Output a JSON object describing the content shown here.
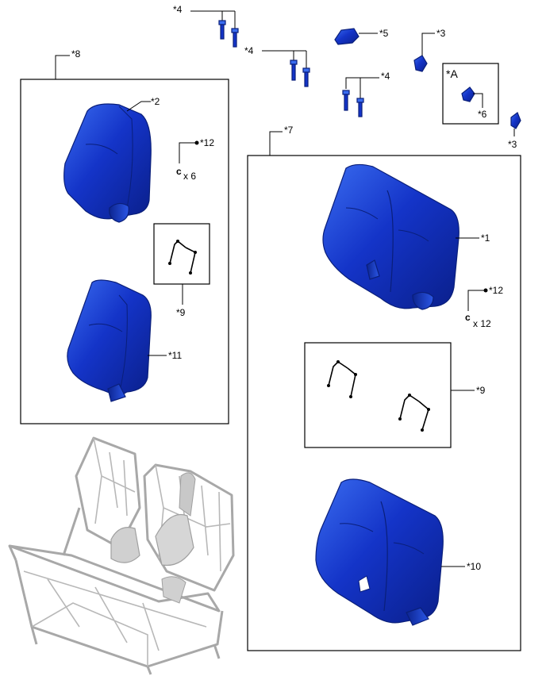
{
  "labels": {
    "l1": "*1",
    "l2": "*2",
    "l3a": "*3",
    "l3b": "*3",
    "l4a": "*4",
    "l4b": "*4",
    "l4c": "*4",
    "l5": "*5",
    "l6": "*6",
    "l7": "*7",
    "l8": "*8",
    "l9a": "*9",
    "l9b": "*9",
    "l10": "*10",
    "l11": "*11",
    "l12a": "*12",
    "l12b": "*12",
    "detailA": "*A",
    "qty6": "x 6",
    "qty12": "x 12"
  },
  "colors": {
    "part_blue": "#1434c8",
    "part_blue_light": "#3a6cf0",
    "frame_grey": "#a8a8a8"
  }
}
